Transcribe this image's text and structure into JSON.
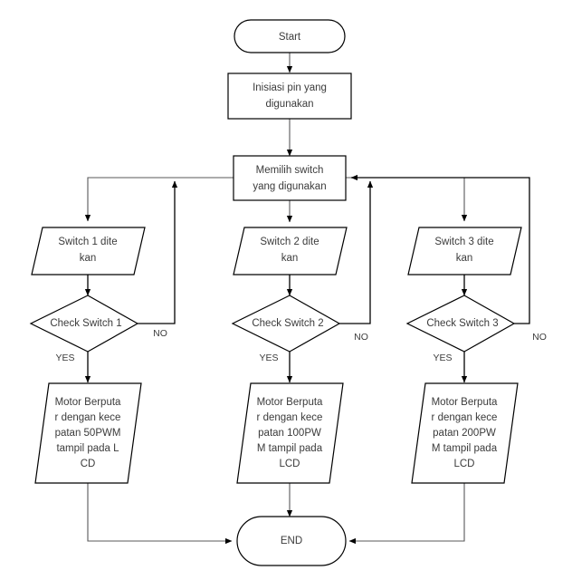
{
  "diagram": {
    "type": "flowchart",
    "language": "id",
    "colors": {
      "background": "#ffffff",
      "shape_stroke": "#000000",
      "shape_fill": "#ffffff",
      "connector": "#58585a",
      "connector_dark": "#000000",
      "text": "#3b3b3b"
    },
    "nodes": {
      "start": {
        "label": "Start",
        "shape": "terminator"
      },
      "init": {
        "line1": "Inisiasi pin yang",
        "line2": "digunakan",
        "shape": "process"
      },
      "select": {
        "line1": "Memilih switch",
        "line2": "yang digunakan",
        "shape": "process"
      },
      "switch1_input": {
        "line1": "Switch 1 dite",
        "line2": "kan",
        "shape": "parallelogram"
      },
      "switch2_input": {
        "line1": "Switch 2 dite",
        "line2": "kan",
        "shape": "parallelogram"
      },
      "switch3_input": {
        "line1": "Switch 3 dite",
        "line2": "kan",
        "shape": "parallelogram"
      },
      "check1": {
        "label": "Check Switch 1",
        "shape": "decision"
      },
      "check2": {
        "label": "Check Switch 2",
        "shape": "decision"
      },
      "check3": {
        "label": "Check Switch 3",
        "shape": "decision"
      },
      "motor1": {
        "shape": "parallelogram",
        "line1": "Motor Berputa",
        "line2": "r dengan kece",
        "line3": "patan 50PWM",
        "line4": "tampil pada L",
        "line5": "CD"
      },
      "motor2": {
        "shape": "parallelogram",
        "line1": "Motor Berputa",
        "line2": "r dengan kece",
        "line3": "patan 100PW",
        "line4": "M tampil pada",
        "line5": "LCD"
      },
      "motor3": {
        "shape": "parallelogram",
        "line1": "Motor Berputa",
        "line2": "r dengan kece",
        "line3": "patan 200PW",
        "line4": "M tampil pada",
        "line5": "LCD"
      },
      "end": {
        "label": "END",
        "shape": "terminator"
      }
    },
    "branch_labels": {
      "yes1": "YES",
      "no1": "NO",
      "yes2": "YES",
      "no2": "NO",
      "yes3": "YES",
      "no3": "NO"
    }
  }
}
